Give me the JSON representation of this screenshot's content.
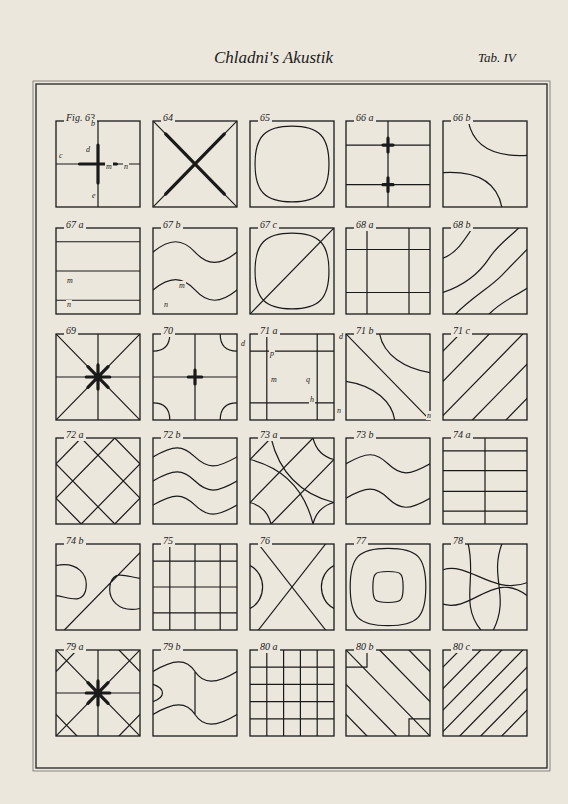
{
  "diagram": {
    "title": "Chladni's Akustik",
    "nodes": [
      {
        "text": [
          "Fig. 63"
        ]
      },
      {
        "text": [
          "64"
        ]
      },
      {
        "text": [
          "65"
        ]
      },
      {
        "text": [
          "66 a"
        ]
      },
      {
        "text": [
          "66 b"
        ]
      },
      {
        "text": [
          "67 a"
        ]
      },
      {
        "text": [
          "67 b"
        ]
      },
      {
        "text": [
          "67 c"
        ]
      },
      {
        "text": [
          "68 a"
        ]
      },
      {
        "text": [
          "68 b"
        ]
      },
      {
        "text": [
          "69"
        ]
      },
      {
        "text": [
          "70"
        ]
      },
      {
        "text": [
          "71 a"
        ]
      },
      {
        "text": [
          "71 b"
        ]
      },
      {
        "text": [
          "71 c"
        ]
      },
      {
        "text": [
          "72 a"
        ]
      },
      {
        "text": [
          "72 b"
        ]
      },
      {
        "text": [
          "73 a"
        ]
      },
      {
        "text": [
          "73 b"
        ]
      },
      {
        "text": [
          "74 a"
        ]
      },
      {
        "text": [
          "74 b"
        ]
      },
      {
        "text": [
          "75"
        ]
      },
      {
        "text": [
          "76"
        ]
      },
      {
        "text": [
          "77"
        ]
      },
      {
        "text": [
          "78"
        ]
      },
      {
        "text": [
          "79 a"
        ]
      },
      {
        "text": [
          "79 b"
        ]
      },
      {
        "text": [
          "80 a"
        ]
      },
      {
        "text": [
          "80 b"
        ]
      },
      {
        "text": [
          "80 c"
        ]
      }
    ],
    "labels": [
      "Tab. IV",
      "b",
      "c",
      "d",
      "m",
      "n",
      "e",
      "m",
      "n",
      "m",
      "n",
      "d",
      "p",
      "m",
      "q",
      "h",
      "n",
      "d",
      "n"
    ]
  }
}
